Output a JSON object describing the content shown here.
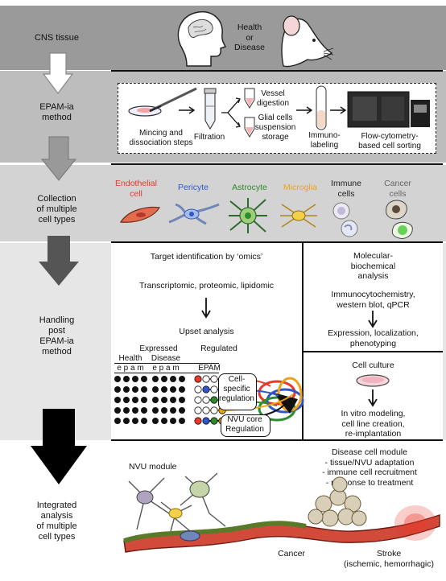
{
  "stages": {
    "cns_tissue": "CNS tissue",
    "epam_method": "EPAM-ia\nmethod",
    "collection": "Collection\nof multiple\ncell types",
    "handling": "Handling\npost\nEPAM-ia\nmethod",
    "integrated": "Integrated\nanalysis\nof multiple\ncell types"
  },
  "tissue": {
    "health_or_disease": "Health\nor\nDisease"
  },
  "method": {
    "mincing": "Mincing and\ndissociation steps",
    "filtration": "Filtration",
    "vessel_digestion": "Vessel\ndigestion",
    "glial_suspension": "Glial cells\nsuspension\nstorage",
    "immunolabeling": "Immuno-\nlabeling",
    "flow_cytometry": "Flow-cytometry-\nbased cell sorting"
  },
  "cell_types": [
    {
      "label": "Endothelial\ncell",
      "color": "#e8392b"
    },
    {
      "label": "Pericyte",
      "color": "#2f57c9"
    },
    {
      "label": "Astrocyte",
      "color": "#2e8b2e"
    },
    {
      "label": "Microglia",
      "color": "#f0a21b"
    },
    {
      "label": "Immune\ncells",
      "color": "#222222"
    },
    {
      "label": "Cancer\ncells",
      "color": "#666666"
    }
  ],
  "omics": {
    "title": "Target identification by ‘omics’",
    "methods": "Transcriptomic, proteomic, lipidomic",
    "upset": "Upset analysis",
    "expressed": "Expressed",
    "health": "Health",
    "disease": "Disease",
    "regulated": "Regulated",
    "health_letters": "e p a m",
    "disease_letters": "e p a m",
    "epam": "EPAM",
    "cell_specific": "Cell-\nspecific\nregulation",
    "nvu_core": "NVU core\nRegulation"
  },
  "molecular": {
    "title": "Molecular-\nbiochemical\nanalysis",
    "methods": "Immunocytochemistry,\nwestern blot, qPCR",
    "result": "Expression, localization,\nphenotyping"
  },
  "culture": {
    "title": "Cell culture",
    "result": "In vitro modeling,\ncell line creation,\nre-implantation"
  },
  "integrated": {
    "nvu_module": "NVU module",
    "disease_module": "Disease cell module\n- tissue/NVU adaptation\n- immune cell recruitment\n- response to treatment",
    "cancer": "Cancer",
    "stroke": "Stroke\n(ischemic, hemorrhagic)"
  }
}
